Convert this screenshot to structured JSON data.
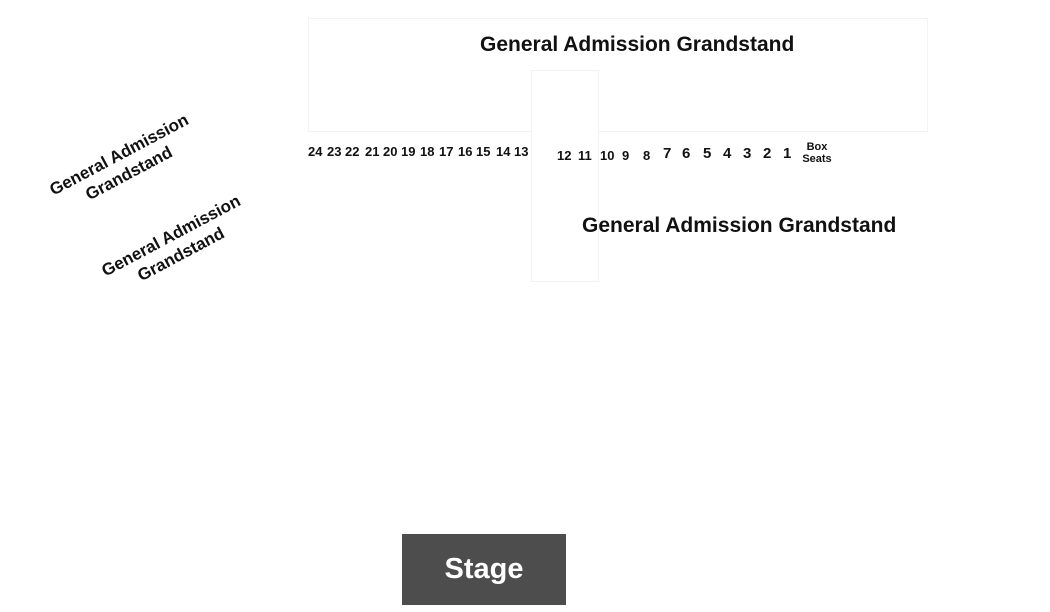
{
  "map": {
    "top_grandstand": "General Admission Grandstand",
    "right_grandstand": "General Admission Grandstand",
    "left_grandstand_upper": {
      "line1": "General Admission",
      "line2": "Grandstand"
    },
    "left_grandstand_lower": {
      "line1": "General Admission",
      "line2": "Grandstand"
    },
    "sections_left": [
      "24",
      "23",
      "22",
      "21",
      "20",
      "19",
      "18",
      "17",
      "16",
      "15",
      "14",
      "13"
    ],
    "sections_middle": [
      "12",
      "11",
      "10",
      "9",
      "8"
    ],
    "sections_right": [
      "7",
      "6",
      "5",
      "4",
      "3",
      "2",
      "1"
    ],
    "box_seats": {
      "line1": "Box",
      "line2": "Seats"
    },
    "stage": "Stage"
  },
  "colors": {
    "stage_fill": "#4d4d4d",
    "text": "#111111",
    "background": "#ffffff"
  }
}
